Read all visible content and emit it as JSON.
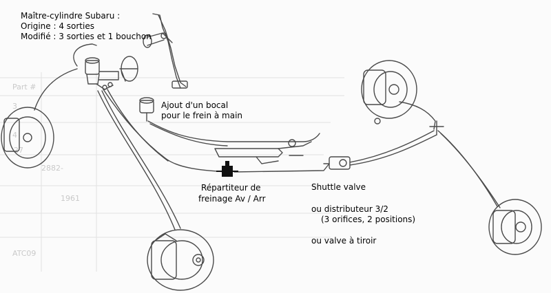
{
  "title": {
    "line1": "Maître-cylindre Subaru :",
    "line2": "Origine : 4 sorties",
    "line3": "Modifié : 3 sorties et 1 bouchon"
  },
  "labels": {
    "bocal_line1": "Ajout d'un bocal",
    "bocal_line2": "pour le frein à main",
    "repartiteur_line1": "Répartiteur de",
    "repartiteur_line2": "freinage Av / Arr",
    "shuttle": "Shuttle valve",
    "distributeur_line1": "ou distributeur 3/2",
    "distributeur_line2": "(3 orifices, 2 positions)",
    "tiroir": "ou valve à tiroir"
  },
  "background_table": {
    "header": [
      "Part #"
    ],
    "rows": [
      "3",
      "4",
      "27",
      "2882-",
      "1961",
      "",
      "ATC09"
    ]
  },
  "colors": {
    "ink": "#000000",
    "line_art": "#4a4a4a",
    "ghost_text": "#c9c9c9",
    "valve_black": "#111111"
  }
}
